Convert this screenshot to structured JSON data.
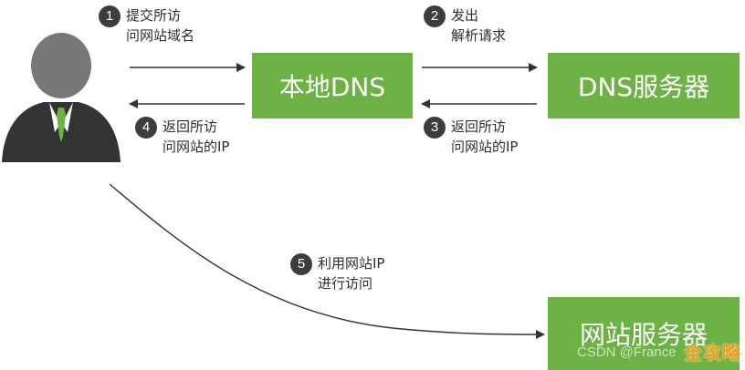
{
  "boxes": {
    "local_dns": "本地DNS",
    "dns_server": "DNS服务器",
    "web_server": "网站服务器"
  },
  "steps": [
    {
      "num": "1",
      "line1": "提交所访",
      "line2": "问网站域名"
    },
    {
      "num": "2",
      "line1": "发出",
      "line2": "解析请求"
    },
    {
      "num": "3",
      "line1": "返回所访",
      "line2": "问网站的IP"
    },
    {
      "num": "4",
      "line1": "返回所访",
      "line2": "问网站的IP"
    },
    {
      "num": "5",
      "line1": "利用网站IP",
      "line2": "进行访问"
    }
  ],
  "watermark": "CSDN @France",
  "corner_logo": "全攻略",
  "colors": {
    "box_green": "#6cb244",
    "person_gray": "#777777",
    "suit_dark": "#333333",
    "tie_green": "#6cb244",
    "arrow": "#333333"
  },
  "icons": {
    "user": "person-icon"
  }
}
